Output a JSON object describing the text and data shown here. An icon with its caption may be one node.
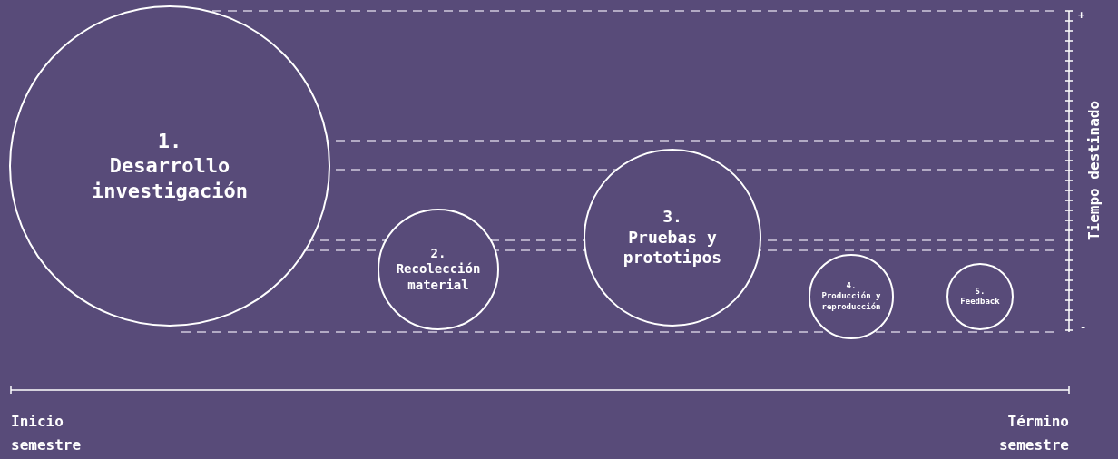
{
  "diagram": {
    "nodes": [
      {
        "text": [
          "1.",
          "Desarrollo investigación"
        ]
      },
      {
        "text": [
          "2.",
          "Recolección material"
        ]
      },
      {
        "text": [
          "3.",
          "Pruebas y prototipos"
        ]
      },
      {
        "text": [
          "4.",
          "Producción y reproducción"
        ]
      },
      {
        "text": [
          "5.",
          "Feedback"
        ]
      }
    ],
    "edges": [],
    "labels": [
      "+",
      "Tiempo destinado",
      "-",
      "Inicio semestre",
      "Término semestre"
    ]
  }
}
